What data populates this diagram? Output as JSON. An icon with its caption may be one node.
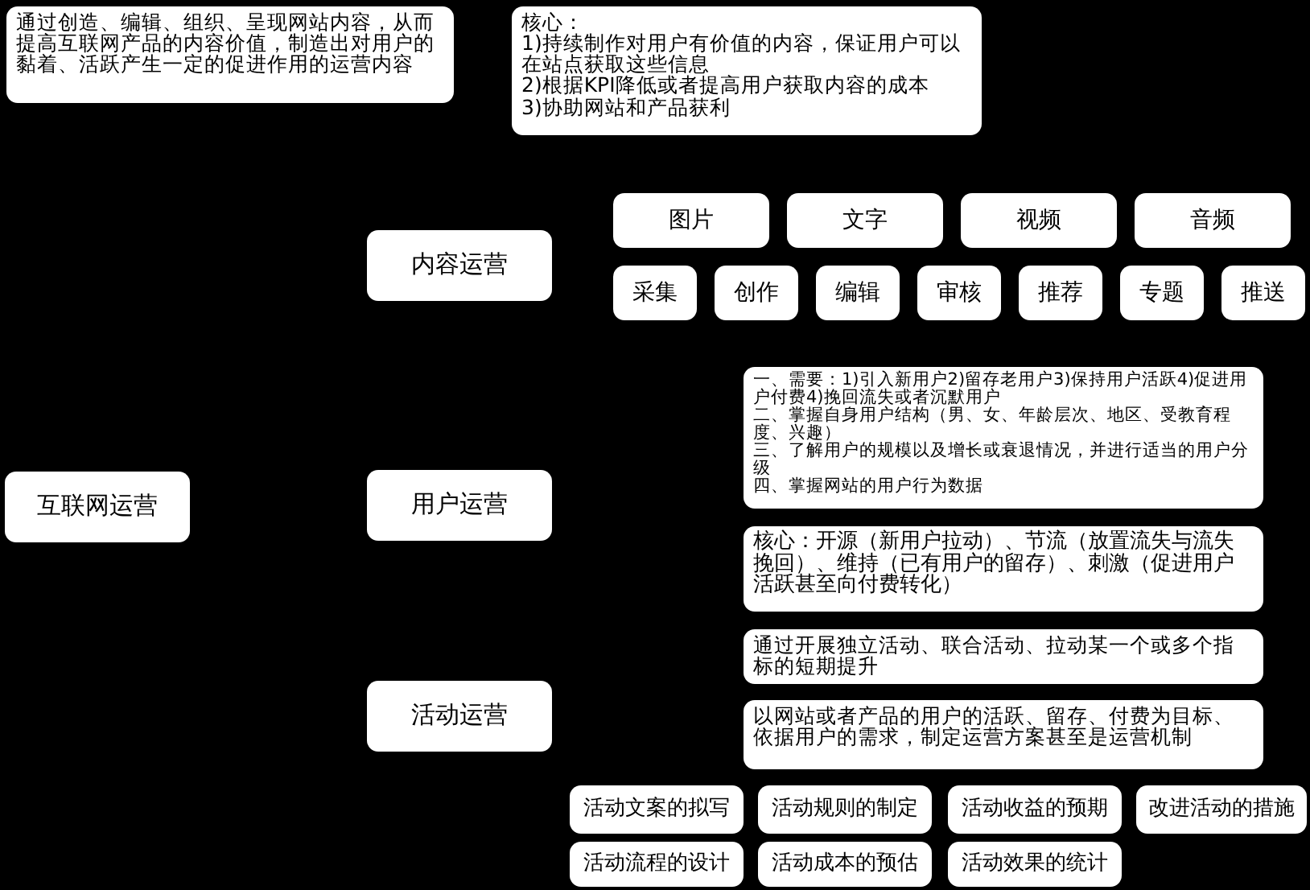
{
  "diagram": {
    "nodes": [
      {
        "text": [
          "通过创造、编辑、组织、呈现网站内容，从而提高互联网产品的内容价值，制造出对用户的黏着、活跃产生一定的促进作用的运营内容"
        ]
      },
      {
        "text": [
          "核心：",
          "1)持续制作对用户有价值的内容，保证用户可以在站点获取这些信息",
          "2)根据KPI降低或者提高用户获取内容的成本",
          "3)协助网站和产品获利"
        ]
      },
      {
        "text": [
          "互联网运营"
        ]
      },
      {
        "text": [
          "内容运营"
        ]
      },
      {
        "text": [
          "用户运营"
        ]
      },
      {
        "text": [
          "活动运营"
        ]
      },
      {
        "text": [
          "图片"
        ]
      },
      {
        "text": [
          "文字"
        ]
      },
      {
        "text": [
          "视频"
        ]
      },
      {
        "text": [
          "音频"
        ]
      },
      {
        "text": [
          "采集"
        ]
      },
      {
        "text": [
          "创作"
        ]
      },
      {
        "text": [
          "编辑"
        ]
      },
      {
        "text": [
          "审核"
        ]
      },
      {
        "text": [
          "推荐"
        ]
      },
      {
        "text": [
          "专题"
        ]
      },
      {
        "text": [
          "推送"
        ]
      },
      {
        "text": [
          "一、需要：1)引入新用户2)留存老用户3)保持用户活跃4)促进用户付费4)挽回流失或者沉默用户",
          "二、掌握自身用户结构（男、女、年龄层次、地区、受教育程度、兴趣）",
          "三、了解用户的规模以及增长或衰退情况，并进行适当的用户分级",
          "四、掌握网站的用户行为数据"
        ]
      },
      {
        "text": [
          "核心：开源（新用户拉动）、节流（放置流失与流失挽回）、维持（已有用户的留存）、刺激（促进用户活跃甚至向付费转化）"
        ]
      },
      {
        "text": [
          "通过开展独立活动、联合活动、拉动某一个或多个指标的短期提升"
        ]
      },
      {
        "text": [
          "以网站或者产品的用户的活跃、留存、付费为目标、依据用户的需求，制定运营方案甚至是运营机制"
        ]
      },
      {
        "text": [
          "活动文案的拟写"
        ]
      },
      {
        "text": [
          "活动规则的制定"
        ]
      },
      {
        "text": [
          "活动收益的预期"
        ]
      },
      {
        "text": [
          "改进活动的措施"
        ]
      },
      {
        "text": [
          "活动流程的设计"
        ]
      },
      {
        "text": [
          "活动成本的预估"
        ]
      },
      {
        "text": [
          "活动效果的统计"
        ]
      }
    ]
  }
}
